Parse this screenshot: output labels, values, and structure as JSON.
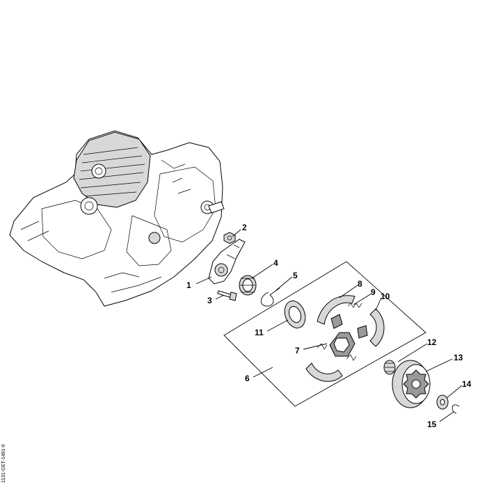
{
  "callouts": [
    {
      "id": "1",
      "label": "1"
    },
    {
      "id": "2",
      "label": "2"
    },
    {
      "id": "3",
      "label": "3"
    },
    {
      "id": "4",
      "label": "4"
    },
    {
      "id": "5",
      "label": "5"
    },
    {
      "id": "6",
      "label": "6"
    },
    {
      "id": "7",
      "label": "7"
    },
    {
      "id": "8",
      "label": "8"
    },
    {
      "id": "9",
      "label": "9"
    },
    {
      "id": "10",
      "label": "10"
    },
    {
      "id": "11",
      "label": "11"
    },
    {
      "id": "12",
      "label": "12"
    },
    {
      "id": "13",
      "label": "13"
    },
    {
      "id": "14",
      "label": "14"
    },
    {
      "id": "15",
      "label": "15"
    }
  ],
  "drawing_code": "1131-GET-1491-0"
}
